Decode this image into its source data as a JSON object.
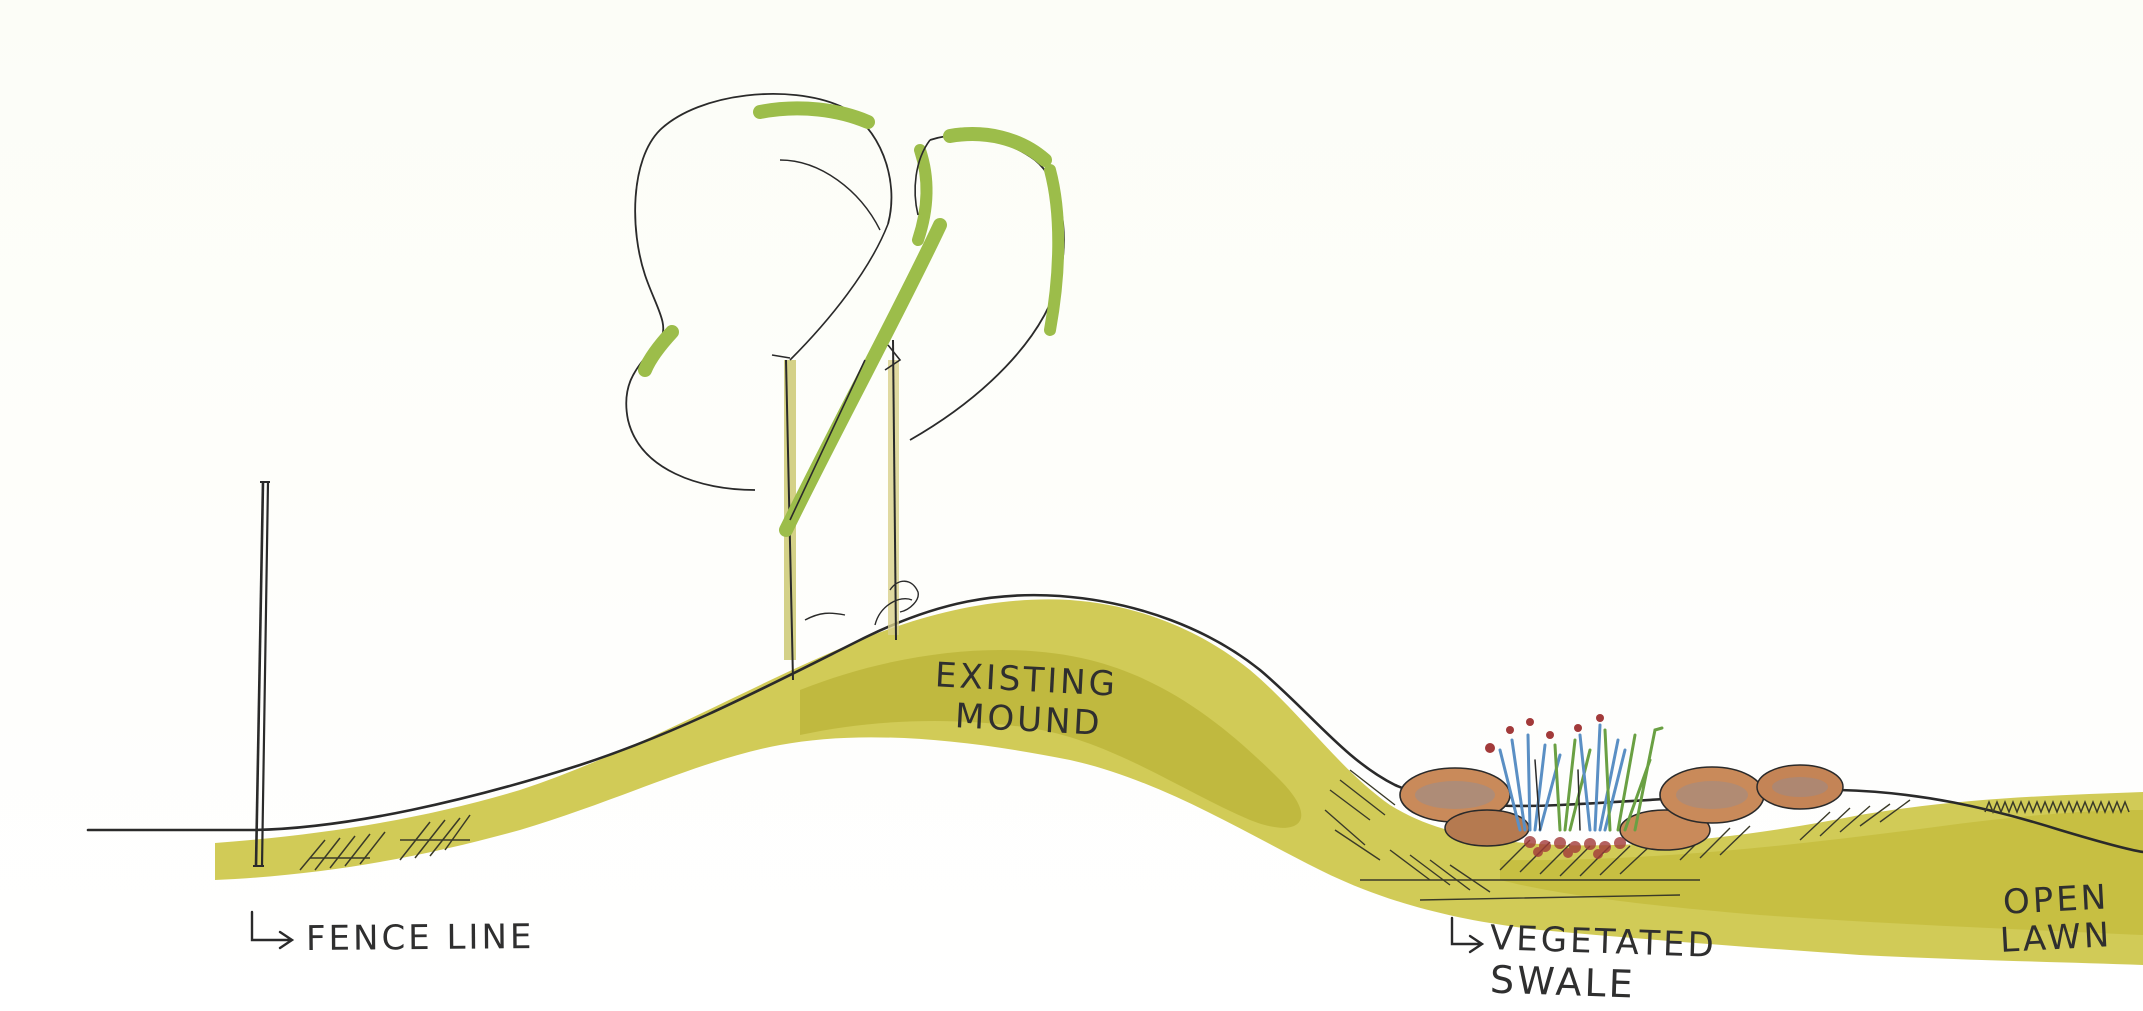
{
  "labels": {
    "fence_line": "FENCE LINE",
    "existing_mound_line1": "EXISTING",
    "existing_mound_line2": "MOUND",
    "vegetated_swale_line1": "VEGETATED",
    "vegetated_swale_line2": "SWALE",
    "open_lawn_line1": "OPEN",
    "open_lawn_line2": "LAWN"
  },
  "icons": {
    "fence_arrow": "corner-arrow-icon",
    "swale_arrow": "corner-arrow-icon"
  },
  "colors": {
    "ground_fill": "#c9c23a",
    "ground_dark": "#b0a92b",
    "tree_green": "#9cbd4a",
    "ink": "#2a2a2a",
    "boulder": "#c98a5a",
    "boulder_blue": "#7a8fb0",
    "plant_blue": "#5a8fc4",
    "plant_green": "#6aa043",
    "flower_red": "#a23a3a"
  }
}
